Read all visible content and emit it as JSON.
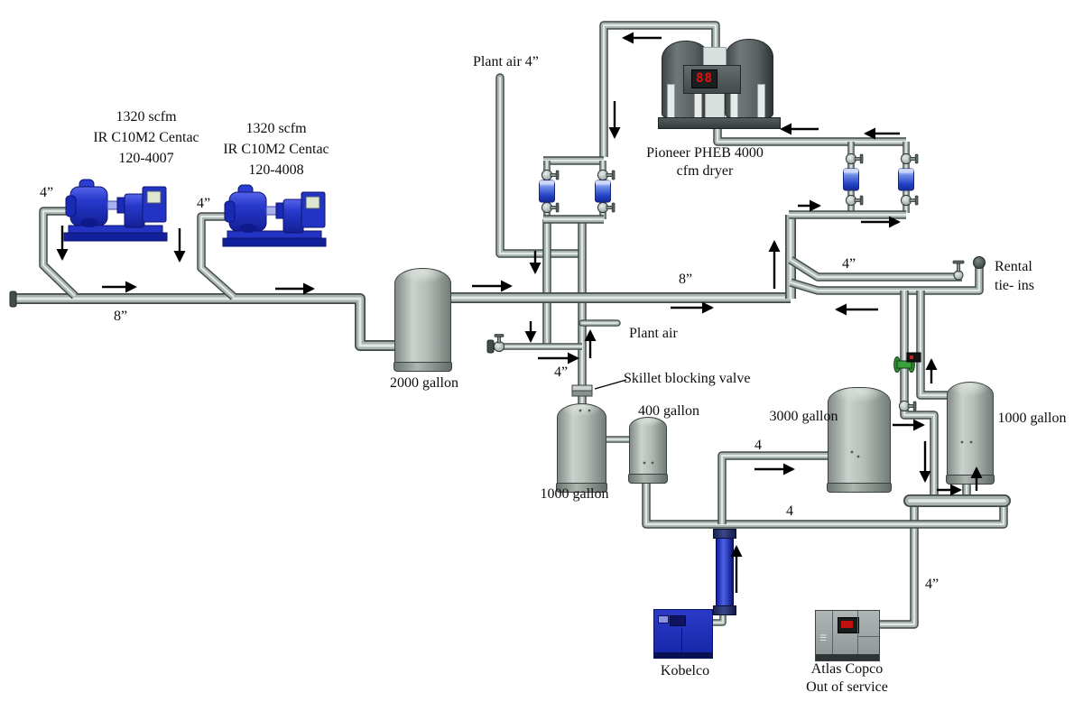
{
  "compressors": [
    {
      "flow": "1320 scfm",
      "model": "IR C10M2 Centac",
      "tag": "120-4007",
      "pipe_size": "4”"
    },
    {
      "flow": "1320 scfm",
      "model": "IR C10M2 Centac",
      "tag": "120-4008",
      "pipe_size": "4”"
    }
  ],
  "dryer": {
    "name_line1": "Pioneer PHEB 4000",
    "name_line2": "cfm dryer",
    "display": "88"
  },
  "tanks": {
    "receiver_2000": "2000 gallon",
    "tank_400": "400 gallon",
    "tank_1000_left": "1000 gallon",
    "tank_3000": "3000 gallon",
    "tank_1000_right": "1000 gallon"
  },
  "pipe_labels": {
    "header_left": "8”",
    "header_right": "8”",
    "plant_air_riser": "Plant air 4”",
    "plant_air_branch": "Plant air",
    "dryer_drop": "4”",
    "rental_line": "4”",
    "branch_3000": "4",
    "bottom_line": "4",
    "atlas_riser": "4”"
  },
  "annotations": {
    "skillet_valve": "Skillet blocking valve",
    "rental_line1": "Rental",
    "rental_line2": "tie- ins"
  },
  "units": {
    "kobelco": "Kobelco",
    "atlas_line1": "Atlas Copco",
    "atlas_line2": "Out of service"
  },
  "colors": {
    "pipe": "#a9b3b1",
    "pipe_outline": "#3f4a48",
    "compressor_blue": "#2334c4",
    "filter_blue": "#2e4fd0",
    "valve_green": "#2e8b2e",
    "dryer_gray": "#575e60",
    "led_red": "#e81010"
  }
}
